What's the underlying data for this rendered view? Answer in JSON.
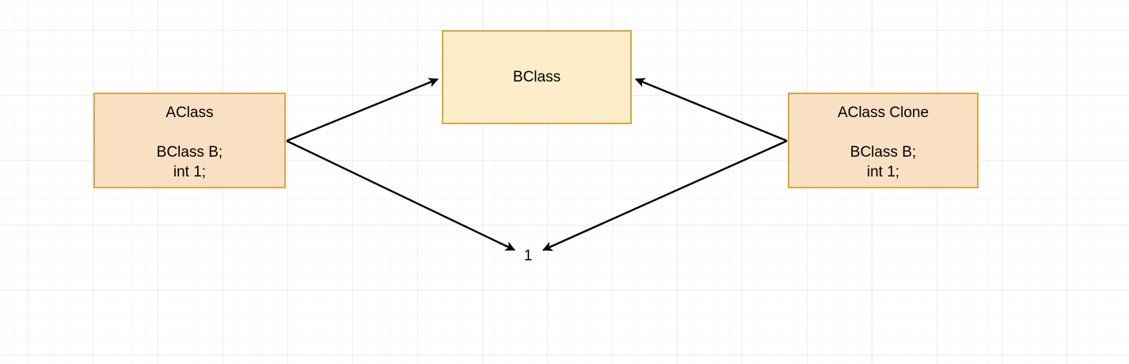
{
  "diagram": {
    "type": "object-reference-diagram",
    "background": {
      "grid": true,
      "minor_grid_color": "#f2f2f2",
      "major_grid_color": "#e3e3e3",
      "canvas_color": "#ffffff"
    },
    "palette": {
      "node_fill_peach": "#fae0c3",
      "node_fill_cream": "#fdeec9",
      "node_border": "#d6a93f",
      "edge_color": "#000000",
      "text_color": "#000000"
    },
    "nodes": [
      {
        "id": "aclass",
        "title": "AClass",
        "body": "BClass B;\nint 1;",
        "fill": "#fae0c3"
      },
      {
        "id": "bclass",
        "title": "BClass",
        "body": "",
        "fill": "#fdeec9"
      },
      {
        "id": "aclass_clone",
        "title": "AClass Clone",
        "body": "BClass B;\nint 1;",
        "fill": "#fae0c3"
      }
    ],
    "edge_labels": {
      "shared_int_value": "1"
    },
    "edges": [
      {
        "from": "aclass",
        "to": "bclass",
        "arrow": "end"
      },
      {
        "from": "aclass",
        "to": "shared_int_value",
        "arrow": "end"
      },
      {
        "from": "aclass_clone",
        "to": "bclass",
        "arrow": "end"
      },
      {
        "from": "aclass_clone",
        "to": "shared_int_value",
        "arrow": "end"
      }
    ]
  }
}
